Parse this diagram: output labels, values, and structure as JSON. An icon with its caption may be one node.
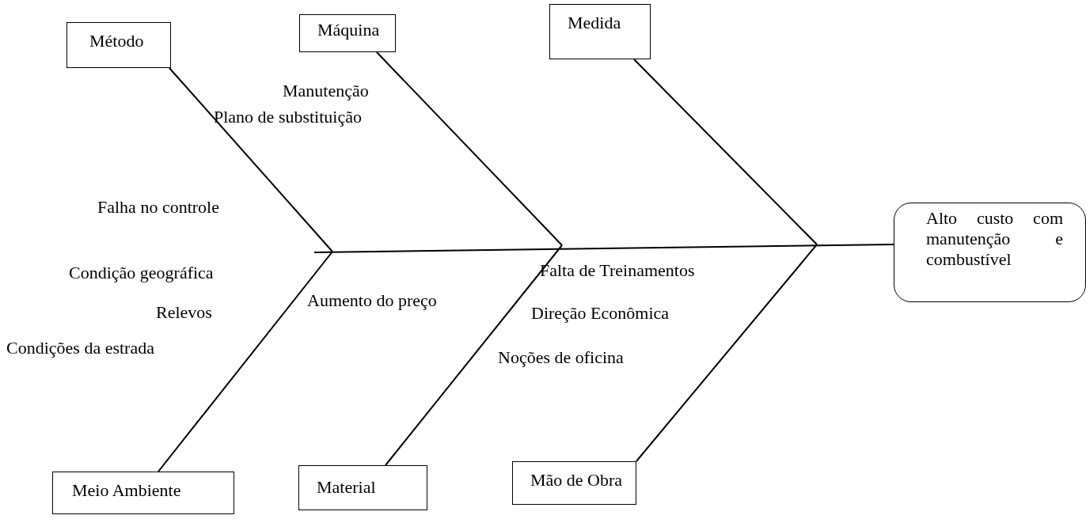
{
  "diagram": {
    "nodes": [
      {
        "text": [
          "Método"
        ]
      },
      {
        "text": [
          "Máquina"
        ]
      },
      {
        "text": [
          "Medida"
        ]
      },
      {
        "text": [
          "Alto custo com manutenção e combustível"
        ]
      },
      {
        "text": [
          "Meio Ambiente"
        ]
      },
      {
        "text": [
          "Material"
        ]
      },
      {
        "text": [
          "Mão de Obra"
        ]
      }
    ],
    "edges": [
      {
        "from": 0,
        "to": null,
        "arrow": "none"
      },
      {
        "from": 1,
        "to": null,
        "arrow": "none"
      },
      {
        "from": 2,
        "to": null,
        "arrow": "none"
      },
      {
        "from": 4,
        "to": null,
        "arrow": "none"
      },
      {
        "from": 5,
        "to": null,
        "arrow": "none"
      },
      {
        "from": 6,
        "to": null,
        "arrow": "none"
      },
      {
        "from": null,
        "to": 3,
        "arrow": "none"
      }
    ],
    "labels": [
      "Manutenção",
      "Plano de substituição",
      "Falha no controle",
      "Condição geográfica",
      "Aumento do preço",
      "Falta de Treinamentos",
      "Relevos",
      "Direção Econômica",
      "Condições da estrada",
      "Noções de oficina"
    ]
  }
}
